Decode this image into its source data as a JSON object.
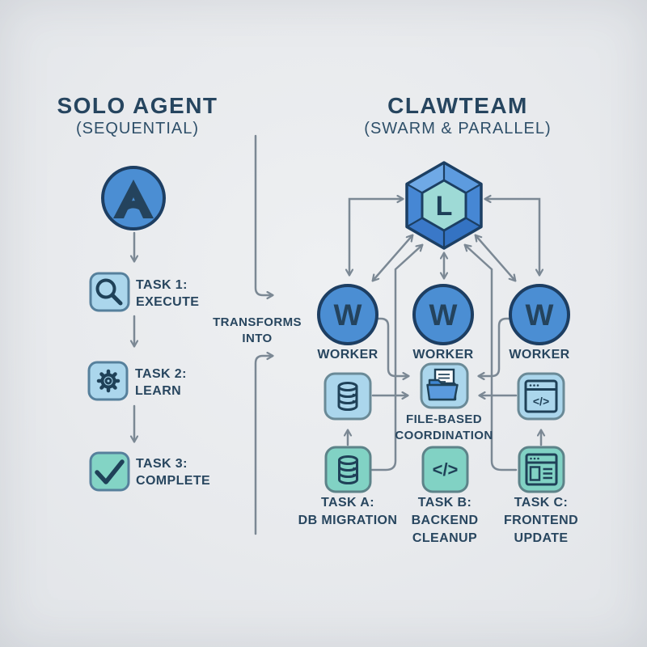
{
  "left_panel": {
    "title": "SOLO AGENT",
    "subtitle": "(SEQUENTIAL)",
    "agent_letter": "A",
    "tasks": [
      {
        "line1": "TASK 1:",
        "line2": "EXECUTE",
        "icon": "magnifier-icon"
      },
      {
        "line1": "TASK 2:",
        "line2": "LEARN",
        "icon": "gear-icon"
      },
      {
        "line1": "TASK 3:",
        "line2": "COMPLETE",
        "icon": "check-icon"
      }
    ]
  },
  "transform": {
    "line1": "TRANSFORMS",
    "line2": "INTO"
  },
  "right_panel": {
    "title": "CLAWTEAM",
    "subtitle": "(SWARM & PARALLEL)",
    "leader_letter": "L",
    "workers": [
      {
        "letter": "W",
        "label": "WORKER"
      },
      {
        "letter": "W",
        "label": "WORKER"
      },
      {
        "letter": "W",
        "label": "WORKER"
      }
    ],
    "coordination": {
      "line1": "FILE-BASED",
      "line2": "COORDINATION",
      "icon": "folder-file-icon"
    },
    "tasks": [
      {
        "line1": "TASK A:",
        "line2": "DB MIGRATION",
        "line3": "",
        "icon": "database-icon"
      },
      {
        "line1": "TASK B:",
        "line2": "BACKEND",
        "line3": "CLEANUP",
        "icon": "code-icon"
      },
      {
        "line1": "TASK C:",
        "line2": "FRONTEND",
        "line3": "UPDATE",
        "icon": "browser-layout-icon"
      }
    ]
  },
  "icons": {
    "code_glyph": "</>"
  },
  "colors": {
    "background": "#e9ebee",
    "navy_text": "#26455f",
    "arrow_gray": "#7b8894",
    "agent_blue": "#4b8ed3",
    "light_blue_icon": "#abd6ec",
    "teal_icon": "#81d2c4",
    "gem_blue": "#4687d4",
    "gem_inner_teal": "#9edad6",
    "folder_blue": "#3f86d2"
  }
}
